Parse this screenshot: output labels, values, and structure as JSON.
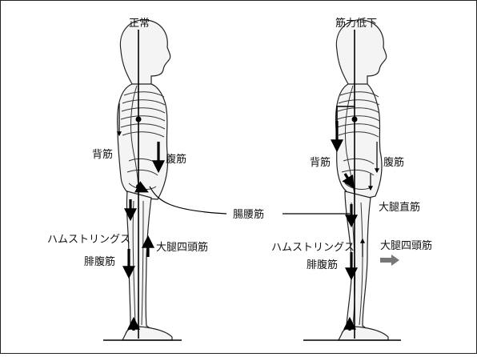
{
  "figures": {
    "normal": {
      "title": "正常",
      "labels": {
        "back": "背筋",
        "abdominal": "腹筋",
        "hamstrings": "ハムストリングス",
        "quadriceps": "大腿四頭筋",
        "gastrocnemius": "腓腹筋"
      }
    },
    "weak": {
      "title": "筋力低下",
      "labels": {
        "back": "背筋",
        "abdominal": "腹筋",
        "rectus_femoris": "大腿直筋",
        "hamstrings": "ハムストリングス",
        "quadriceps": "大腿四頭筋",
        "gastrocnemius": "腓腹筋"
      }
    }
  },
  "shared": {
    "iliopsoas": "腸腰筋"
  }
}
